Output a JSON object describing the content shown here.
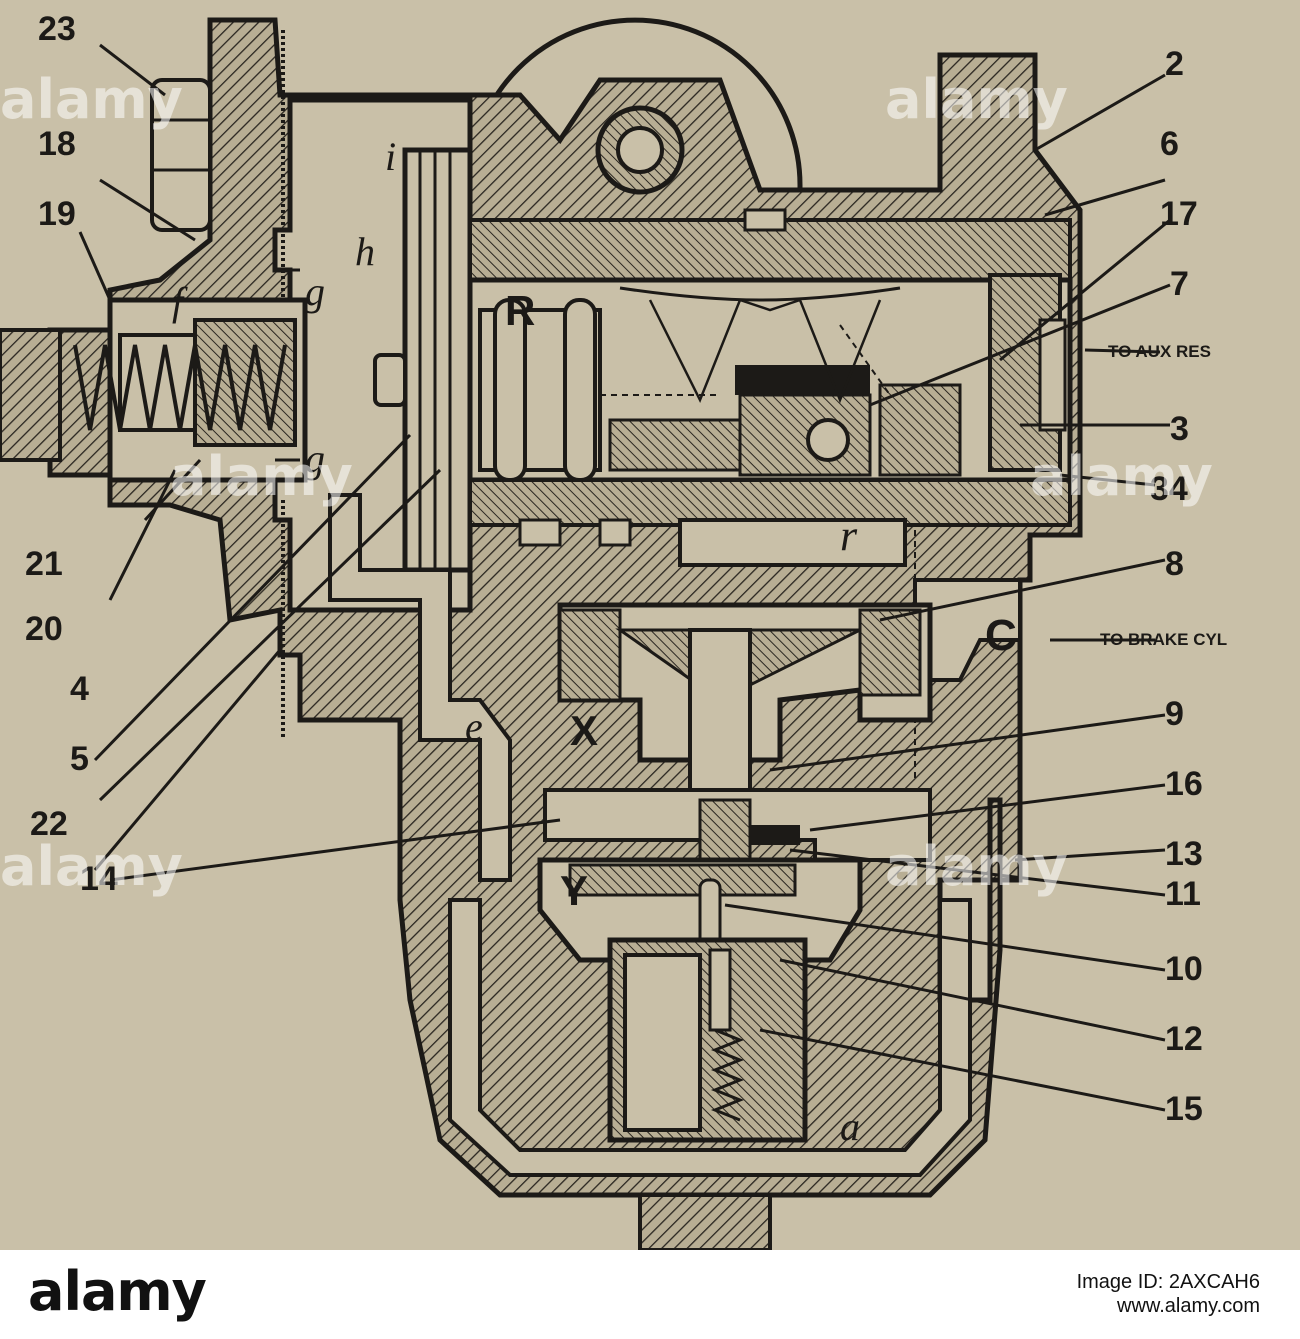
{
  "labels": {
    "n23": "23",
    "n18": "18",
    "n19": "19",
    "n21": "21",
    "n20": "20",
    "n4": "4",
    "n5": "5",
    "n22": "22",
    "n14": "14",
    "n2": "2",
    "n6": "6",
    "n17": "17",
    "n7": "7",
    "n3": "3",
    "n34": "34",
    "n8": "8",
    "n9": "9",
    "n16": "16",
    "n13": "13",
    "n11": "11",
    "n10": "10",
    "n12": "12",
    "n15": "15"
  },
  "letters": {
    "R": "R",
    "r": "r",
    "X": "X",
    "Y": "Y",
    "C": "C",
    "a": "a",
    "e": "e",
    "f": "f",
    "g1": "g",
    "g2": "g",
    "h": "h",
    "i": "i"
  },
  "captions": {
    "aux_res": "TO AUX RES",
    "brake_cyl": "TO BRAKE CYL"
  },
  "watermark": {
    "brand": "alamy"
  },
  "footer": {
    "logo": "alamy",
    "image_id": "Image ID: 2AXCAH6",
    "site": "www.alamy.com"
  }
}
